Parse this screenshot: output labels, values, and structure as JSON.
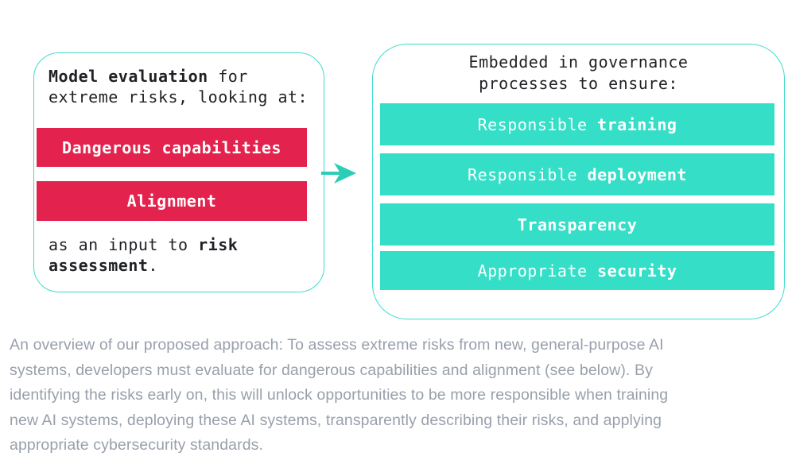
{
  "colors": {
    "teal_fill": "#35dfc7",
    "teal_border": "#3edccb",
    "arrow_teal": "#2bcdb7",
    "red": "#e3234d",
    "ink": "#1f2125",
    "caption_gray": "#99a0ab",
    "white": "#ffffff"
  },
  "left_box": {
    "title": {
      "line1_bold": "Model evaluation",
      "line1_rest": " for",
      "line2": "extreme risks, looking at:"
    },
    "items": [
      {
        "label": "Dangerous capabilities"
      },
      {
        "label": "Alignment"
      }
    ],
    "footer": {
      "line1_rest": "as an input to ",
      "line1_bold": "risk",
      "line2_bold": "assessment",
      "line2_rest": "."
    }
  },
  "arrow": {
    "name": "right-arrow"
  },
  "right_box": {
    "title_line1": "Embedded in governance",
    "title_line2": "processes to ensure:",
    "bars": [
      {
        "prefix": "Responsible ",
        "bold": "training"
      },
      {
        "prefix": "Responsible ",
        "bold": "deployment"
      },
      {
        "prefix": "",
        "bold": "Transparency"
      },
      {
        "prefix": "Appropriate ",
        "bold": "security"
      }
    ]
  },
  "caption": {
    "lines": [
      "An overview of our proposed approach: To assess extreme risks from new, general-purpose AI",
      "systems, developers must evaluate for dangerous capabilities and alignment (see below). By",
      "identifying the risks early on, this will unlock opportunities to be more responsible when training",
      "new AI systems, deploying these AI systems, transparently describing their risks, and applying",
      "appropriate cybersecurity standards."
    ]
  }
}
